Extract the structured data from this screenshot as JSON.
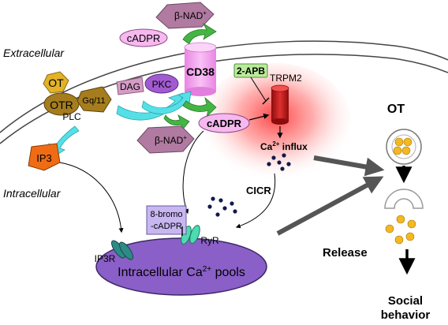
{
  "regions": {
    "extracellular": "Extracellular",
    "intracellular": "Intracellular"
  },
  "molecules": {
    "beta_nad_top": "β-NAD",
    "beta_nad_top_sup": "+",
    "cadpr_top": "cADPR",
    "cd38": "CD38",
    "two_apb": "2-APB",
    "trpm2": "TRPM2",
    "ot": "OT",
    "otr": "OTR",
    "gq11": "Gq/11",
    "dag": "DAG",
    "pkc": "PKC",
    "plc": "PLC",
    "cadpr_mid": "cADPR",
    "beta_nad_mid": "β-NAD",
    "beta_nad_mid_sup": "+",
    "ca_influx": "Ca",
    "ca_influx_sup": "2+",
    "ca_influx_rest": " influx",
    "ip3": "IP3",
    "cicr": "CICR",
    "bromo_line1": "8-bromo",
    "bromo_line2": "-cADPR",
    "ryr": "RyR",
    "ip3r": "IP3R",
    "pools": "Intracellular Ca",
    "pools_sup": "2+",
    "pools_rest": " pools"
  },
  "right_panel": {
    "ot": "OT",
    "release": "Release",
    "social_line1": "Social",
    "social_line2": "behavior"
  },
  "colors": {
    "cd38": "#f4a6f0",
    "cadpr": "#f7b8f0",
    "beta_nad": "#b07aa1",
    "otr": "#a57d1e",
    "ot": "#e2b227",
    "pkc": "#a15bd0",
    "ip3": "#f06c14",
    "trpm2": "#cc1d1d",
    "arrow_green": "#44b544",
    "arrow_cyan": "#55e0e8",
    "ryr": "#4ddbb0",
    "ip3r": "#2e8a86",
    "pool": "#8a5fc7",
    "bromo": "#c7b6f0",
    "two_apb": "#b8eb9a",
    "vesicle": "#f4b820"
  }
}
